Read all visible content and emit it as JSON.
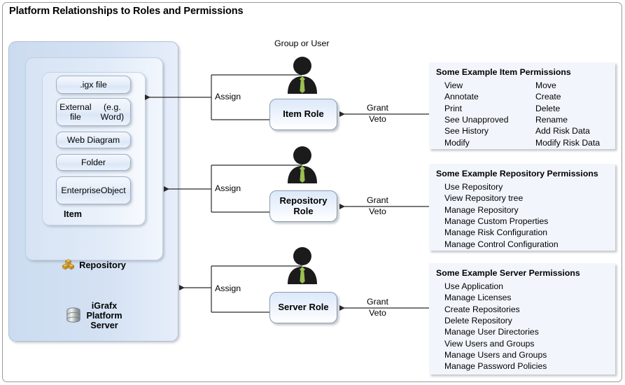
{
  "page": {
    "title": "Platform Relationships to Roles and Permissions"
  },
  "platform": {
    "server_label": "iGrafx\nPlatform\nServer",
    "server_label_lines": [
      "iGrafx",
      "Platform",
      "Server"
    ],
    "server_icon": "database-icon",
    "repository_label": "Repository",
    "repository_icon": "cubes-icon",
    "item_label": "Item",
    "items": [
      {
        "label": ".igx file"
      },
      {
        "label": "External file\n(e.g. Word)",
        "lines": [
          "External file",
          "(e.g. Word)"
        ]
      },
      {
        "label": "Web Diagram"
      },
      {
        "label": "Folder"
      },
      {
        "label": "Enterprise\nObject",
        "lines": [
          "Enterprise",
          "Object"
        ]
      }
    ]
  },
  "actors": {
    "caption": "Group or User",
    "icon": "person-icon"
  },
  "edges": {
    "assign_label": "Assign",
    "grant_label": "Grant",
    "veto_label": "Veto"
  },
  "roles": [
    {
      "name": "item-role",
      "label": "Item Role",
      "lines": [
        "Item Role"
      ]
    },
    {
      "name": "repository-role",
      "label": "Repository Role",
      "lines": [
        "Repository",
        "Role"
      ]
    },
    {
      "name": "server-role",
      "label": "Server Role",
      "lines": [
        "Server Role"
      ]
    }
  ],
  "permission_panels": [
    {
      "name": "item-permissions",
      "title": "Some Example Item Permissions",
      "columns": [
        [
          "View",
          "Annotate",
          "Print",
          "See Unapproved",
          "See History",
          "Modify"
        ],
        [
          "Move",
          "Create",
          "Delete",
          "Rename",
          "Add Risk Data",
          "Modify Risk Data"
        ]
      ]
    },
    {
      "name": "repository-permissions",
      "title": "Some Example Repository Permissions",
      "columns": [
        [
          "Use Repository",
          "View Repository tree",
          "Manage Repository",
          "Manage Custom Properties",
          "Manage Risk Configuration",
          "Manage Control Configuration"
        ]
      ]
    },
    {
      "name": "server-permissions",
      "title": "Some Example Server Permissions",
      "columns": [
        [
          "Use Application",
          "Manage Licenses",
          "Create Repositories",
          "Delete Repository",
          "Manage User Directories",
          "View Users and Groups",
          "Manage Users and Groups",
          "Manage Password Policies"
        ]
      ]
    }
  ],
  "colors": {
    "frame_border": "#9a9a9a",
    "nest_fill": "#d3e1f3",
    "role_fill": "#e1edfb",
    "panel_fill": "#f2f6fc",
    "tie_green": "#9bbf52",
    "person_dark": "#1b1b1b",
    "repository_gold": "#e3a72c",
    "connector": "#2a2a2a"
  }
}
